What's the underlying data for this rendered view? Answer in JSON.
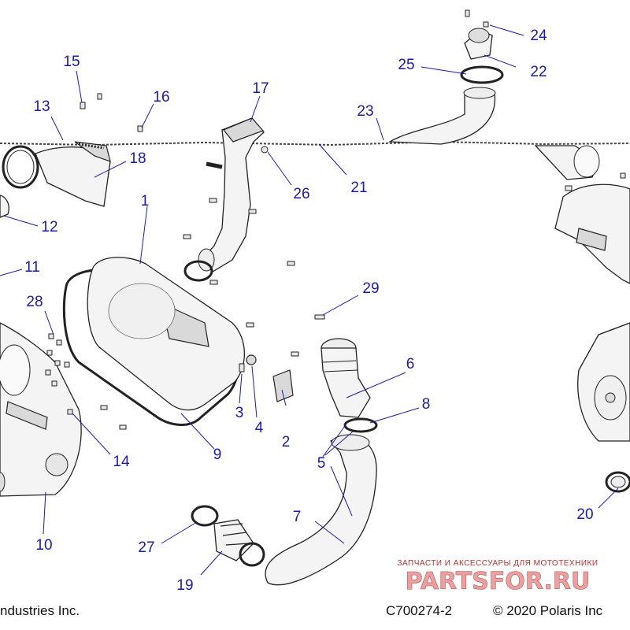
{
  "callouts": [
    {
      "id": "1",
      "label": "1"
    },
    {
      "id": "2",
      "label": "2"
    },
    {
      "id": "3",
      "label": "3"
    },
    {
      "id": "4",
      "label": "4"
    },
    {
      "id": "5",
      "label": "5"
    },
    {
      "id": "6",
      "label": "6"
    },
    {
      "id": "7",
      "label": "7"
    },
    {
      "id": "8",
      "label": "8"
    },
    {
      "id": "9",
      "label": "9"
    },
    {
      "id": "10",
      "label": "10"
    },
    {
      "id": "11",
      "label": "11"
    },
    {
      "id": "12",
      "label": "12"
    },
    {
      "id": "13",
      "label": "13"
    },
    {
      "id": "14",
      "label": "14"
    },
    {
      "id": "15",
      "label": "15"
    },
    {
      "id": "16",
      "label": "16"
    },
    {
      "id": "17",
      "label": "17"
    },
    {
      "id": "18",
      "label": "18"
    },
    {
      "id": "19",
      "label": "19"
    },
    {
      "id": "20",
      "label": "20"
    },
    {
      "id": "21",
      "label": "21"
    },
    {
      "id": "22",
      "label": "22"
    },
    {
      "id": "23",
      "label": "23"
    },
    {
      "id": "24",
      "label": "24"
    },
    {
      "id": "25",
      "label": "25"
    },
    {
      "id": "26",
      "label": "26"
    },
    {
      "id": "27",
      "label": "27"
    },
    {
      "id": "28",
      "label": "28"
    },
    {
      "id": "29",
      "label": "29"
    }
  ],
  "footer": {
    "left": "ndustries Inc.",
    "code": "C700274-2",
    "copyright": "© 2020 Polaris Inc"
  },
  "watermark": {
    "tagline": "ЗАПЧАСТИ И АКСЕССУАРЫ ДЛЯ МОТОТЕХНИКИ",
    "brand": "PARTSFOR.RU"
  },
  "colors": {
    "callout": "#1a1aa8",
    "watermark": "#c05050"
  }
}
